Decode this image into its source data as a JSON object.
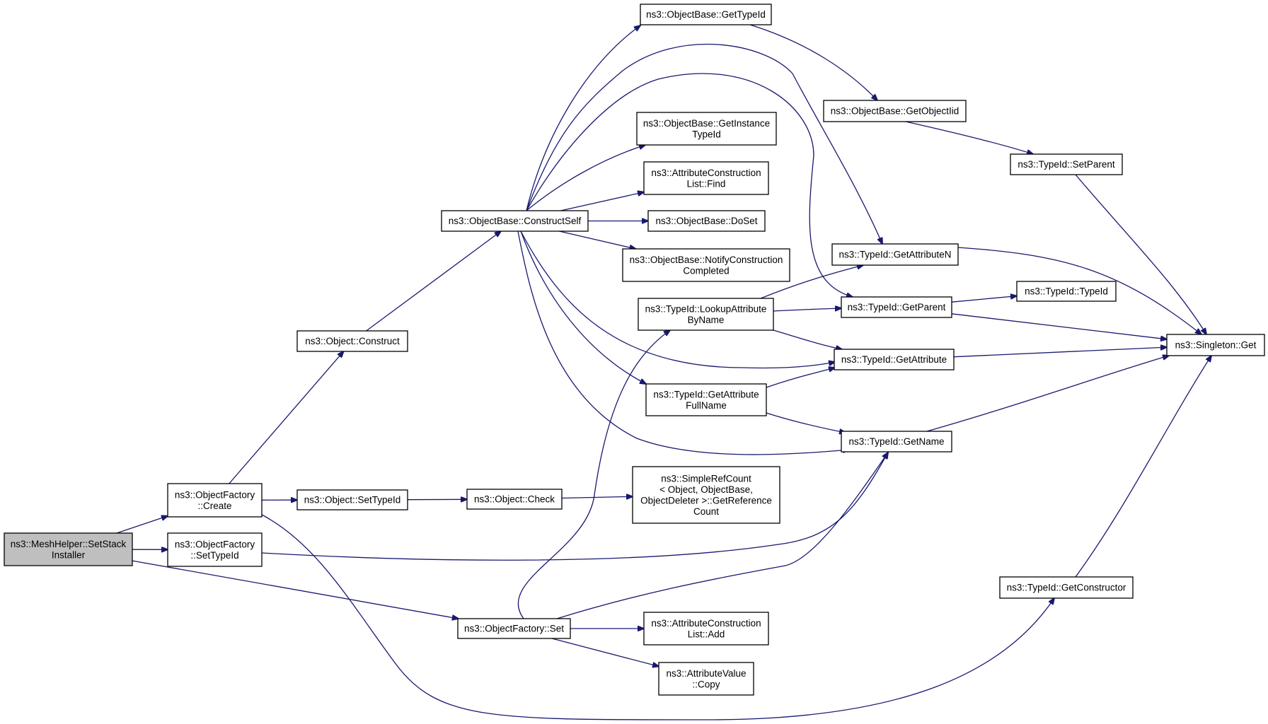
{
  "graph": {
    "colors": {
      "edge": "#191970",
      "root_fill": "#bfbfbf",
      "node_fill": "#ffffff",
      "node_border": "#000000"
    },
    "nodes": [
      {
        "id": "mesh_setstack",
        "lines": [
          "ns3::MeshHelper::SetStack",
          "Installer"
        ],
        "root": true
      },
      {
        "id": "of_create",
        "lines": [
          "ns3::ObjectFactory",
          "::Create"
        ]
      },
      {
        "id": "of_settypeid",
        "lines": [
          "ns3::ObjectFactory",
          "::SetTypeId"
        ]
      },
      {
        "id": "of_set",
        "lines": [
          "ns3::ObjectFactory::Set"
        ]
      },
      {
        "id": "obj_construct",
        "lines": [
          "ns3::Object::Construct"
        ]
      },
      {
        "id": "obj_settypeid",
        "lines": [
          "ns3::Object::SetTypeId"
        ]
      },
      {
        "id": "obj_check",
        "lines": [
          "ns3::Object::Check"
        ]
      },
      {
        "id": "simplerefcount",
        "lines": [
          "ns3::SimpleRefCount",
          "< Object, ObjectBase,",
          "ObjectDeleter >::GetReference",
          "Count"
        ]
      },
      {
        "id": "ob_constructself",
        "lines": [
          "ns3::ObjectBase::ConstructSelf"
        ]
      },
      {
        "id": "ob_gettypeid",
        "lines": [
          "ns3::ObjectBase::GetTypeId"
        ]
      },
      {
        "id": "ob_getinstancetypeid",
        "lines": [
          "ns3::ObjectBase::GetInstance",
          "TypeId"
        ]
      },
      {
        "id": "acl_find",
        "lines": [
          "ns3::AttributeConstruction",
          "List::Find"
        ]
      },
      {
        "id": "ob_doset",
        "lines": [
          "ns3::ObjectBase::DoSet"
        ]
      },
      {
        "id": "ob_notify",
        "lines": [
          "ns3::ObjectBase::NotifyConstruction",
          "Completed"
        ]
      },
      {
        "id": "tid_lookup",
        "lines": [
          "ns3::TypeId::LookupAttribute",
          "ByName"
        ]
      },
      {
        "id": "tid_getattrfullname",
        "lines": [
          "ns3::TypeId::GetAttribute",
          "FullName"
        ]
      },
      {
        "id": "acl_add",
        "lines": [
          "ns3::AttributeConstruction",
          "List::Add"
        ]
      },
      {
        "id": "av_copy",
        "lines": [
          "ns3::AttributeValue",
          "::Copy"
        ]
      },
      {
        "id": "ob_getobjectiid",
        "lines": [
          "ns3::ObjectBase::GetObjectIid"
        ]
      },
      {
        "id": "tid_getattrn",
        "lines": [
          "ns3::TypeId::GetAttributeN"
        ]
      },
      {
        "id": "tid_getparent",
        "lines": [
          "ns3::TypeId::GetParent"
        ]
      },
      {
        "id": "tid_getattribute",
        "lines": [
          "ns3::TypeId::GetAttribute"
        ]
      },
      {
        "id": "tid_getname",
        "lines": [
          "ns3::TypeId::GetName"
        ]
      },
      {
        "id": "tid_setparent",
        "lines": [
          "ns3::TypeId::SetParent"
        ]
      },
      {
        "id": "tid_typeid",
        "lines": [
          "ns3::TypeId::TypeId"
        ]
      },
      {
        "id": "singleton_get",
        "lines": [
          "ns3::Singleton::Get"
        ]
      },
      {
        "id": "tid_getconstructor",
        "lines": [
          "ns3::TypeId::GetConstructor"
        ]
      }
    ],
    "edges": [
      [
        "mesh_setstack",
        "of_create"
      ],
      [
        "mesh_setstack",
        "of_settypeid"
      ],
      [
        "mesh_setstack",
        "of_set"
      ],
      [
        "of_create",
        "obj_construct"
      ],
      [
        "of_create",
        "obj_settypeid"
      ],
      [
        "of_create",
        "tid_getconstructor"
      ],
      [
        "of_settypeid",
        "tid_getname"
      ],
      [
        "of_set",
        "tid_lookup"
      ],
      [
        "of_set",
        "tid_getname"
      ],
      [
        "of_set",
        "acl_add"
      ],
      [
        "of_set",
        "av_copy"
      ],
      [
        "obj_construct",
        "ob_constructself"
      ],
      [
        "obj_settypeid",
        "obj_check"
      ],
      [
        "obj_check",
        "simplerefcount"
      ],
      [
        "ob_constructself",
        "ob_gettypeid"
      ],
      [
        "ob_constructself",
        "tid_getattrn"
      ],
      [
        "ob_constructself",
        "tid_getparent"
      ],
      [
        "ob_constructself",
        "ob_getinstancetypeid"
      ],
      [
        "ob_constructself",
        "acl_find"
      ],
      [
        "ob_constructself",
        "ob_doset"
      ],
      [
        "ob_constructself",
        "ob_notify"
      ],
      [
        "ob_constructself",
        "tid_getattribute"
      ],
      [
        "ob_constructself",
        "tid_getattrfullname"
      ],
      [
        "ob_constructself",
        "tid_getname"
      ],
      [
        "ob_gettypeid",
        "ob_getobjectiid"
      ],
      [
        "ob_getobjectiid",
        "tid_setparent"
      ],
      [
        "tid_setparent",
        "singleton_get"
      ],
      [
        "tid_getattrn",
        "singleton_get"
      ],
      [
        "tid_getparent",
        "tid_typeid"
      ],
      [
        "tid_getparent",
        "singleton_get"
      ],
      [
        "tid_getattribute",
        "singleton_get"
      ],
      [
        "tid_getname",
        "singleton_get"
      ],
      [
        "tid_lookup",
        "tid_getattrn"
      ],
      [
        "tid_lookup",
        "tid_getparent"
      ],
      [
        "tid_lookup",
        "tid_getattribute"
      ],
      [
        "tid_getattrfullname",
        "tid_getattribute"
      ],
      [
        "tid_getattrfullname",
        "tid_getname"
      ],
      [
        "tid_getconstructor",
        "singleton_get"
      ]
    ]
  }
}
